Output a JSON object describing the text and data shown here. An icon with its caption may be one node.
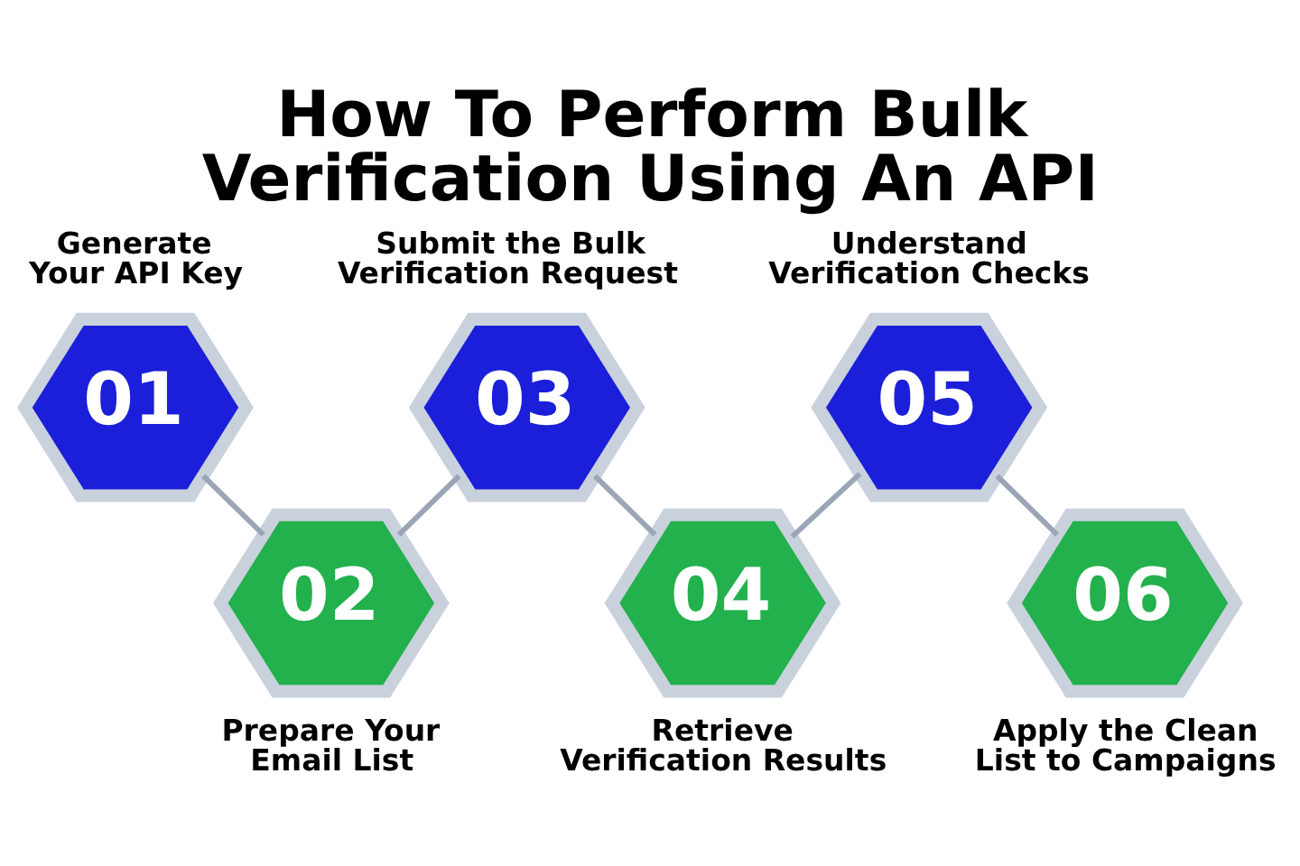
{
  "diagram": {
    "title": "How To Perform Bulk Verification Using An API",
    "nodes": [
      {
        "text": [
          "01"
        ],
        "beside": [
          "Generate Your API Key"
        ]
      },
      {
        "text": [
          "02"
        ],
        "beside": [
          "Prepare Your Email List"
        ]
      },
      {
        "text": [
          "03"
        ],
        "beside": [
          "Submit the Bulk Verification Request"
        ]
      },
      {
        "text": [
          "04"
        ],
        "beside": [
          "Retrieve Verification Results"
        ]
      },
      {
        "text": [
          "05"
        ],
        "beside": [
          "Understand Verification Checks"
        ]
      },
      {
        "text": [
          "06"
        ],
        "beside": [
          "Apply the Clean List to Campaigns"
        ]
      }
    ],
    "edges": [
      {
        "from": 0,
        "to": 1,
        "arrow": "none"
      },
      {
        "from": 1,
        "to": 2,
        "arrow": "none"
      },
      {
        "from": 2,
        "to": 3,
        "arrow": "none"
      },
      {
        "from": 3,
        "to": 4,
        "arrow": "none"
      },
      {
        "from": 4,
        "to": 5,
        "arrow": "none"
      }
    ]
  }
}
